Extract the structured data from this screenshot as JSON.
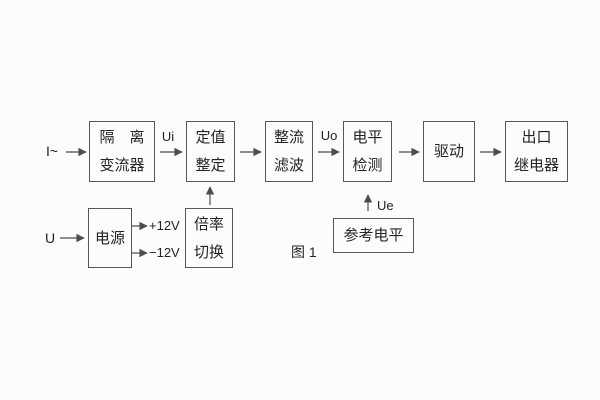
{
  "figure": {
    "background": "#fcfcfc",
    "line_color": "#4d4d4d",
    "text_color": "#242424",
    "caption": "图 1"
  },
  "blocks": [
    {
      "name": "isolation-converter",
      "lines": [
        "隔　离",
        "变流器"
      ]
    },
    {
      "name": "setpoint-adjustment",
      "lines": [
        "定值",
        "整定"
      ]
    },
    {
      "name": "rectify-filter",
      "lines": [
        "整流",
        "滤波"
      ]
    },
    {
      "name": "level-detection",
      "lines": [
        "电平",
        "检测"
      ]
    },
    {
      "name": "drive",
      "lines": [
        "驱动"
      ]
    },
    {
      "name": "output-relay",
      "lines": [
        "出口",
        "继电器"
      ]
    },
    {
      "name": "power-supply",
      "lines": [
        "电源"
      ]
    },
    {
      "name": "ratio-switching",
      "lines": [
        "倍率",
        "切换"
      ]
    },
    {
      "name": "reference-level",
      "lines": [
        "参考电平"
      ]
    }
  ],
  "labels": {
    "input_current": "I~",
    "input_voltage": "U",
    "signal_ui": "Ui",
    "signal_uo": "Uo",
    "signal_ue": "Ue",
    "rail_positive": "+12V",
    "rail_negative": "−12V"
  }
}
